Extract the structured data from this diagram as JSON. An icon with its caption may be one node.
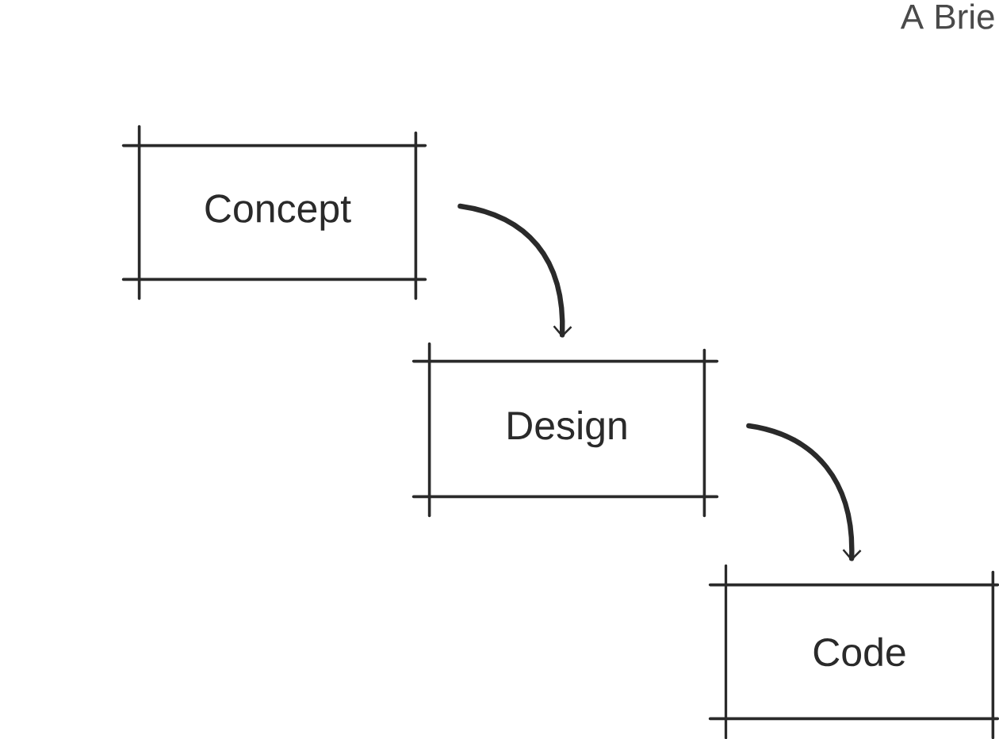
{
  "diagram": {
    "title": "A Brie",
    "nodes": [
      {
        "text": [
          "Concept"
        ]
      },
      {
        "text": [
          "Design"
        ]
      },
      {
        "text": [
          "Code"
        ]
      }
    ],
    "edges": [
      {
        "from": 0,
        "to": 1,
        "arrow": "to"
      },
      {
        "from": 1,
        "to": 2,
        "arrow": "to"
      }
    ]
  }
}
